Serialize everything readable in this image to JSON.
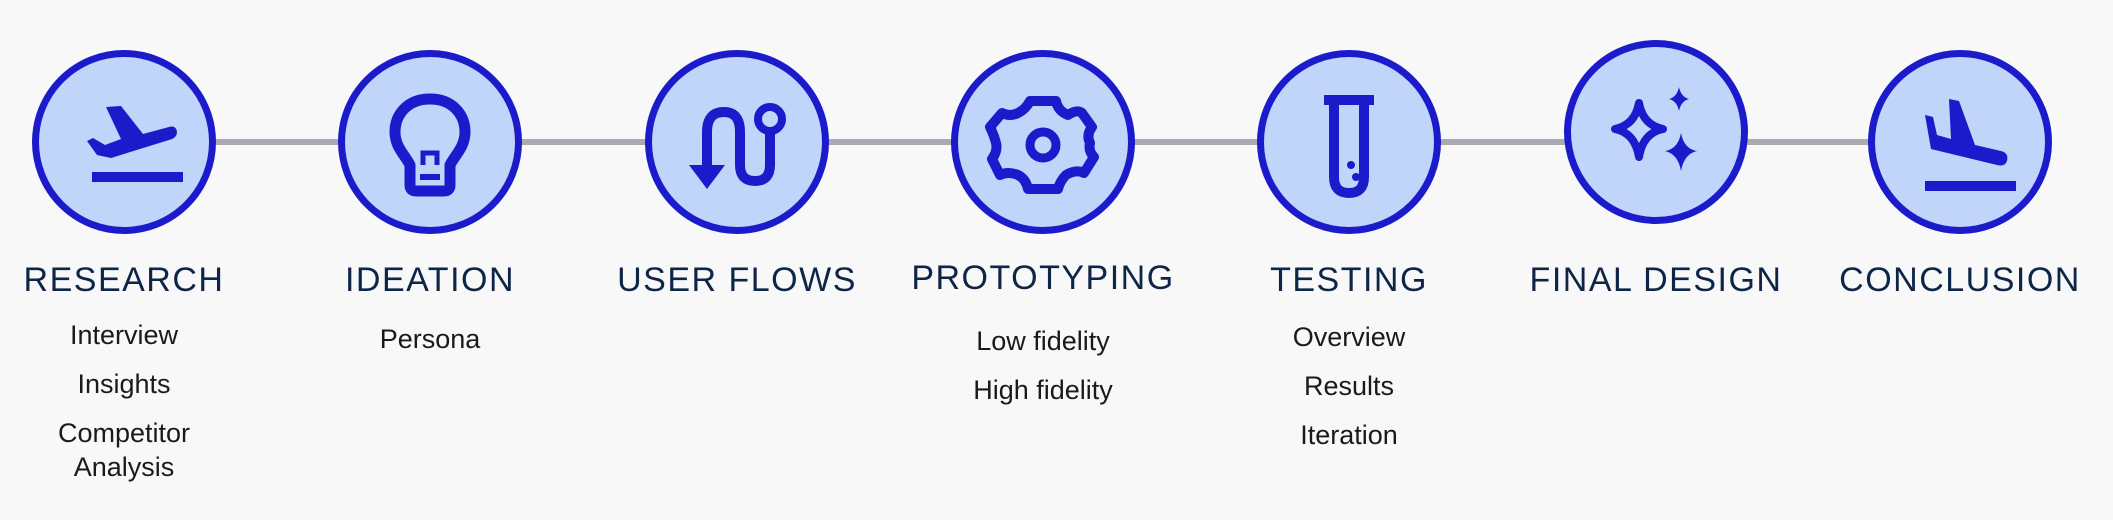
{
  "colors": {
    "background": "#f8f8f9",
    "circle_fill": "#c1d4fa",
    "accent": "#1b1bcc",
    "connector": "#aaaab2",
    "title_text": "#0d2547",
    "sub_text": "#1a1a1a"
  },
  "steps": [
    {
      "title": "RESEARCH",
      "icon": "airplane-takeoff-icon",
      "items": [
        "Interview",
        "Insights",
        "Competitor Analysis"
      ]
    },
    {
      "title": "IDEATION",
      "icon": "lightbulb-icon",
      "items": [
        "Persona"
      ]
    },
    {
      "title": "USER FLOWS",
      "icon": "flow-route-icon",
      "items": []
    },
    {
      "title": "PROTOTYPING",
      "icon": "gear-icon",
      "items": [
        "Low fidelity",
        "High fidelity"
      ]
    },
    {
      "title": "TESTING",
      "icon": "test-tube-icon",
      "items": [
        "Overview",
        "Results",
        "Iteration"
      ]
    },
    {
      "title": "FINAL DESIGN",
      "icon": "sparkles-icon",
      "items": []
    },
    {
      "title": "CONCLUSION",
      "icon": "airplane-landing-icon",
      "items": []
    }
  ]
}
